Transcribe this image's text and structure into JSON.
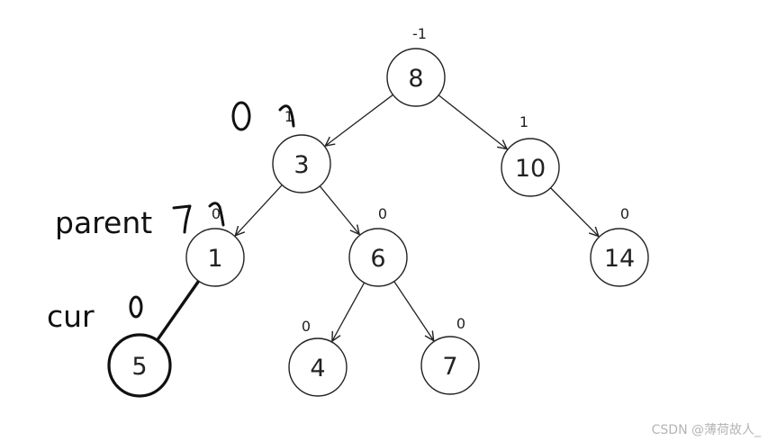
{
  "tree": {
    "nodes": [
      {
        "id": "n8",
        "value": "8",
        "bf": "-1"
      },
      {
        "id": "n3",
        "value": "3",
        "bf": "1"
      },
      {
        "id": "n10",
        "value": "10",
        "bf": "1"
      },
      {
        "id": "n1",
        "value": "1",
        "bf": "0"
      },
      {
        "id": "n6",
        "value": "6",
        "bf": "0"
      },
      {
        "id": "n14",
        "value": "14",
        "bf": "0"
      },
      {
        "id": "n5",
        "value": "5",
        "bf": ""
      },
      {
        "id": "n4",
        "value": "4",
        "bf": "0"
      },
      {
        "id": "n7",
        "value": "7",
        "bf": "0"
      }
    ],
    "edges": [
      {
        "from": "n8",
        "to": "n3"
      },
      {
        "from": "n8",
        "to": "n10"
      },
      {
        "from": "n3",
        "to": "n1"
      },
      {
        "from": "n3",
        "to": "n6"
      },
      {
        "from": "n10",
        "to": "n14"
      },
      {
        "from": "n6",
        "to": "n4"
      },
      {
        "from": "n6",
        "to": "n7"
      },
      {
        "from": "n1",
        "to": "n5",
        "style": "handdrawn"
      }
    ],
    "highlighted_node": "n5"
  },
  "labels": {
    "parent": "parent",
    "cur": "cur"
  },
  "watermark": "CSDN @薄荷故人_"
}
